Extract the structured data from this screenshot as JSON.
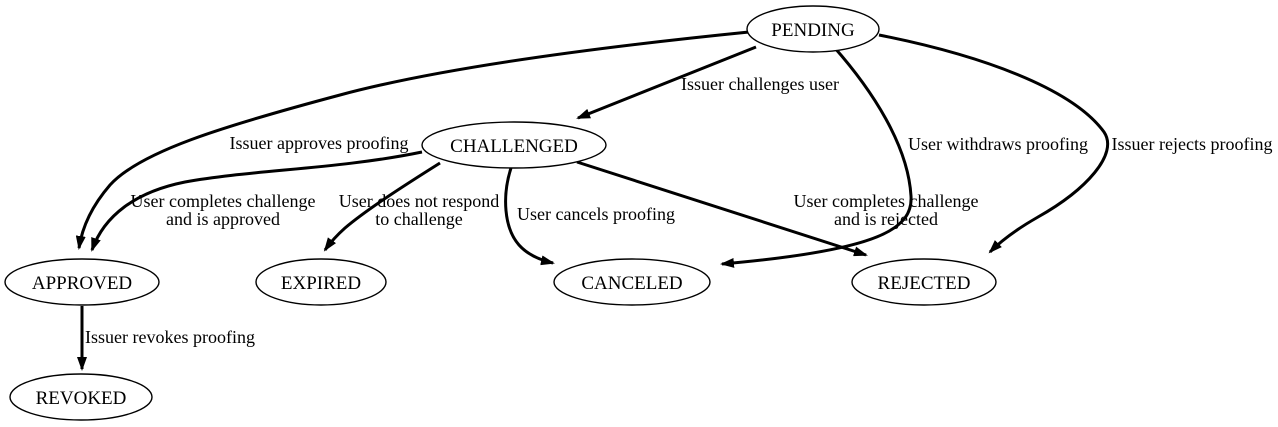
{
  "diagram": {
    "type": "state-machine",
    "background_color": "#ffffff",
    "stroke_color": "#000000",
    "text_color": "#000000",
    "nodes": {
      "pending": {
        "label": "PENDING"
      },
      "challenged": {
        "label": "CHALLENGED"
      },
      "approved": {
        "label": "APPROVED"
      },
      "expired": {
        "label": "EXPIRED"
      },
      "canceled": {
        "label": "CANCELED"
      },
      "rejected": {
        "label": "REJECTED"
      },
      "revoked": {
        "label": "REVOKED"
      }
    },
    "edges": {
      "pending_challenged": {
        "from": "PENDING",
        "to": "CHALLENGED",
        "label": "Issuer challenges user",
        "lines": [
          "Issuer challenges user"
        ]
      },
      "pending_approved": {
        "from": "PENDING",
        "to": "APPROVED",
        "label": "Issuer approves proofing",
        "lines": [
          "Issuer approves proofing"
        ]
      },
      "pending_canceled": {
        "from": "PENDING",
        "to": "CANCELED",
        "label": "User withdraws proofing",
        "lines": [
          "User withdraws proofing"
        ]
      },
      "pending_rejected": {
        "from": "PENDING",
        "to": "REJECTED",
        "label": "Issuer rejects proofing",
        "lines": [
          "Issuer rejects proofing"
        ]
      },
      "challenged_approved": {
        "from": "CHALLENGED",
        "to": "APPROVED",
        "label": "User completes challenge and is approved",
        "lines": [
          "User completes challenge",
          "and is approved"
        ]
      },
      "challenged_expired": {
        "from": "CHALLENGED",
        "to": "EXPIRED",
        "label": "User does not respond to challenge",
        "lines": [
          "User does not respond",
          "to challenge"
        ]
      },
      "challenged_canceled": {
        "from": "CHALLENGED",
        "to": "CANCELED",
        "label": "User cancels proofing",
        "lines": [
          "User cancels proofing"
        ]
      },
      "challenged_rejected": {
        "from": "CHALLENGED",
        "to": "REJECTED",
        "label": "User completes challenge and is rejected",
        "lines": [
          "User completes challenge",
          "and is rejected"
        ]
      },
      "approved_revoked": {
        "from": "APPROVED",
        "to": "REVOKED",
        "label": "Issuer revokes proofing",
        "lines": [
          "Issuer revokes proofing"
        ]
      }
    }
  }
}
